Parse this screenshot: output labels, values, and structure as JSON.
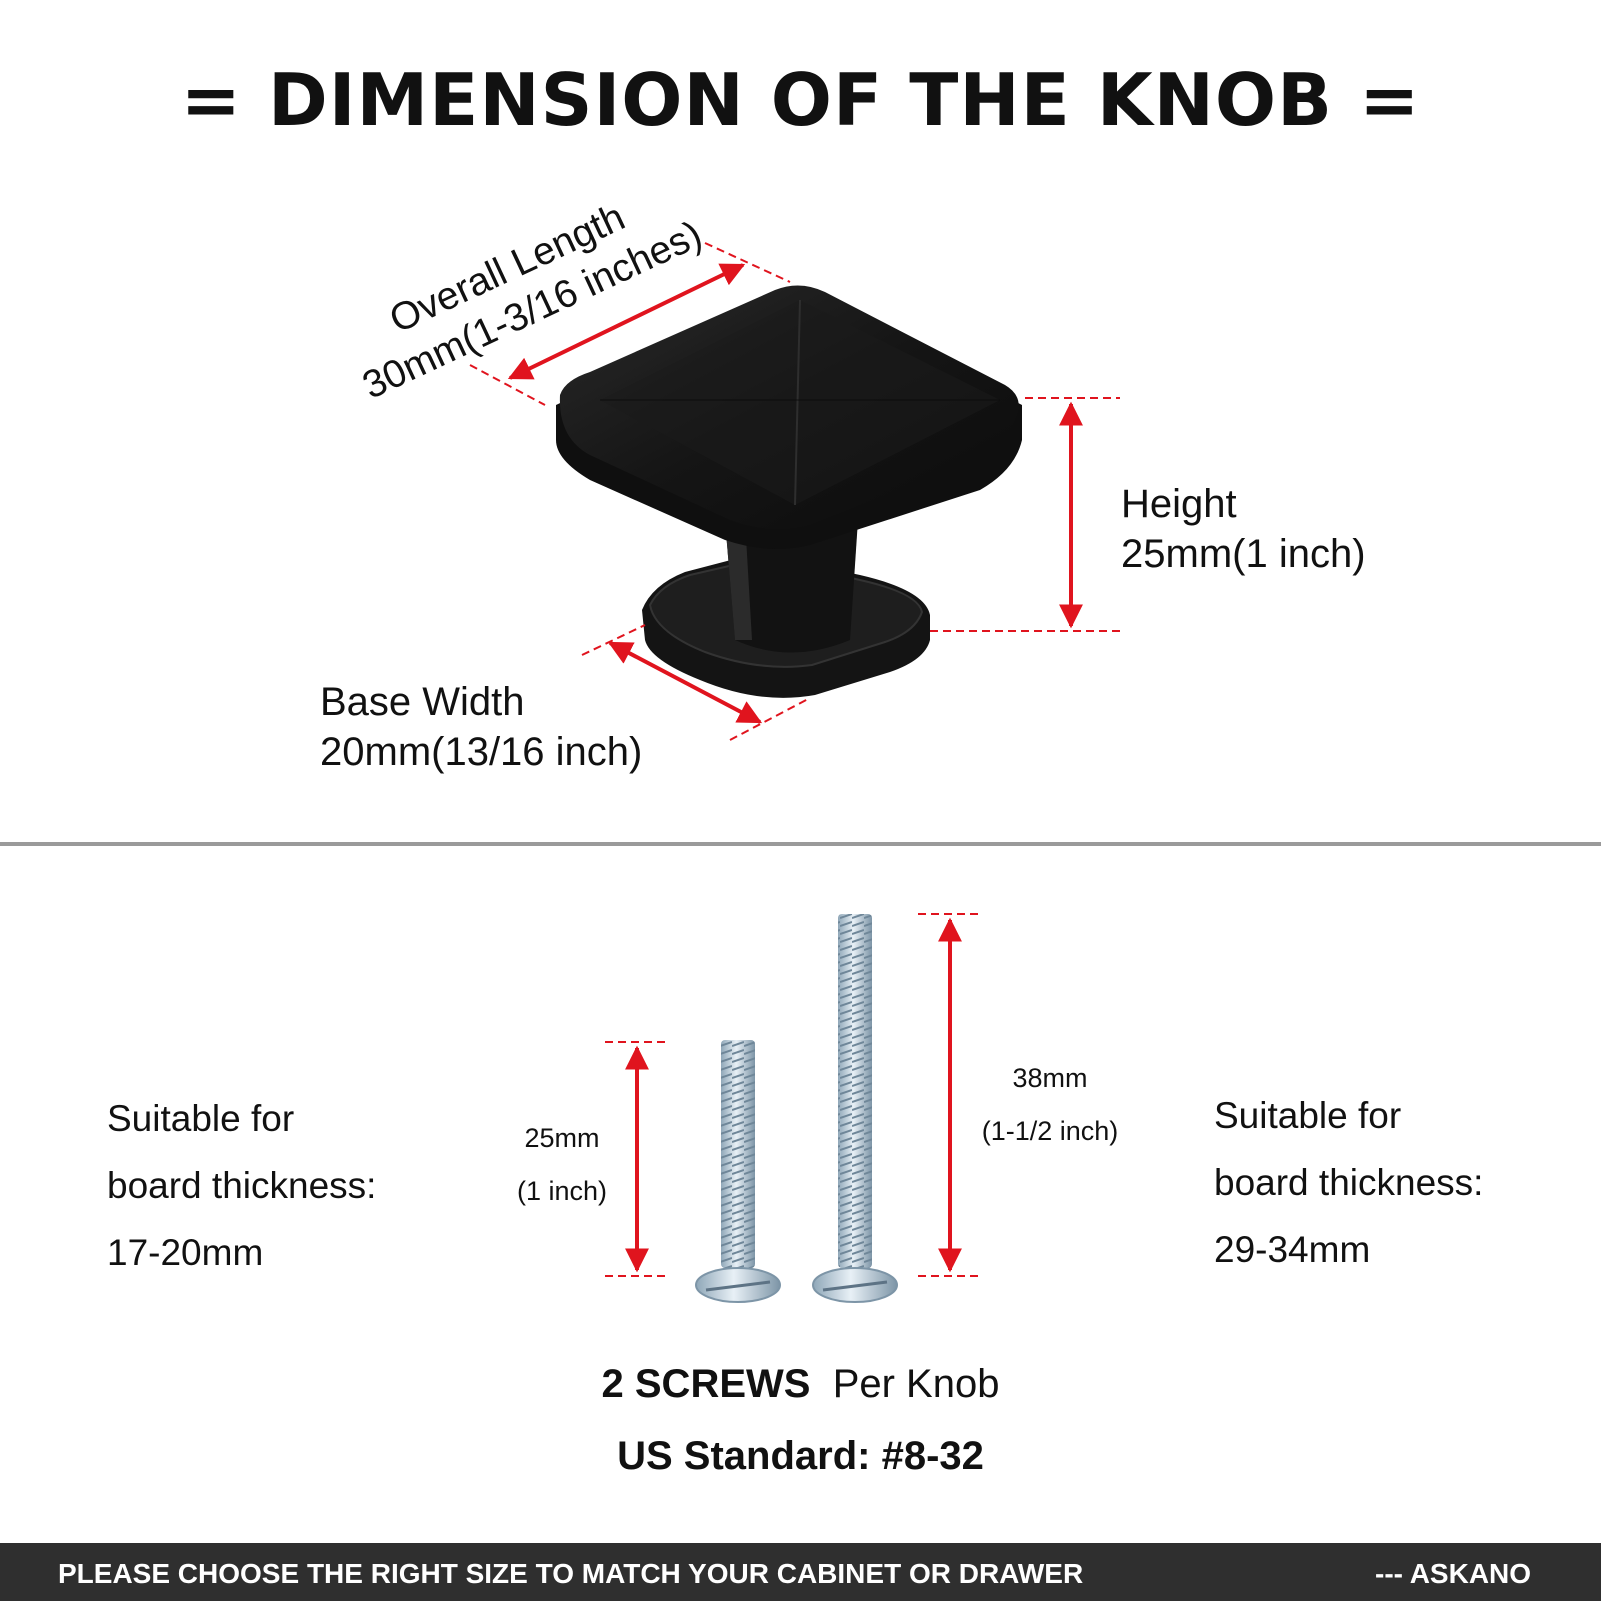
{
  "title": "= DIMENSION OF THE KNOB =",
  "knob": {
    "overall_length_label": "Overall Length",
    "overall_length_value": "30mm(1-3/16 inches)",
    "height_label": "Height",
    "height_value": "25mm(1 inch)",
    "base_width_label": "Base Width",
    "base_width_value": "20mm(13/16 inch)"
  },
  "screws": {
    "short": {
      "length": "25mm",
      "length_in": "(1 inch)"
    },
    "long": {
      "length": "38mm",
      "length_in": "(1-1/2 inch)"
    },
    "left_note": {
      "line1": "Suitable for",
      "line2": "board thickness:",
      "line3": "17-20mm"
    },
    "right_note": {
      "line1": "Suitable for",
      "line2": "board thickness:",
      "line3": "29-34mm"
    },
    "count_bold": "2 SCREWS",
    "count_rest": "Per Knob",
    "standard": "US Standard:  #8-32"
  },
  "footer": {
    "message": "PLEASE CHOOSE THE RIGHT SIZE TO MATCH YOUR CABINET OR DRAWER",
    "brand": "--- ASKANO"
  },
  "colors": {
    "dimension_line": "#e0141e",
    "knob": "#161616",
    "footer_bg": "#2f2f2f",
    "divider": "#9a9a9a"
  }
}
